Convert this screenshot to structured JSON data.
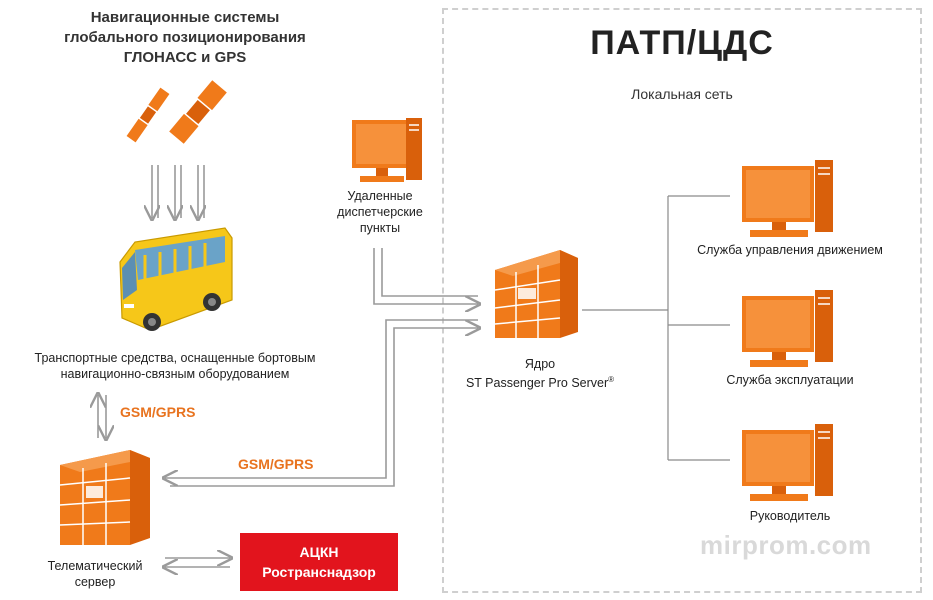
{
  "satellite": {
    "title_line1": "Навигационные системы",
    "title_line2": "глобального позиционирования",
    "title_line3": "ГЛОНАСС и GPS"
  },
  "vehicles": {
    "label_line1": "Транспортные средства, оснащенные бортовым",
    "label_line2": "навигационно-связным оборудованием"
  },
  "remote": {
    "label_line1": "Удаленные",
    "label_line2": "диспетчерские",
    "label_line3": "пункты"
  },
  "links": {
    "gsm_vertical": "GSM/GPRS",
    "gsm_horizontal": "GSM/GPRS"
  },
  "telematic": {
    "label_line1": "Телематический",
    "label_line2": "сервер"
  },
  "aickn": {
    "line1": "АЦКН",
    "line2": "Ространснадзор"
  },
  "region": {
    "title": "ПАТП/ЦДС",
    "subtitle": "Локальная сеть"
  },
  "core": {
    "label_line1": "Ядро",
    "label_line2": "ST Passenger Pro Server",
    "label_mark": "®"
  },
  "workstations": [
    {
      "label": "Служба управления движением"
    },
    {
      "label": "Служба эксплуатации"
    },
    {
      "label": "Руководитель"
    }
  ],
  "watermark": "mirprom.com",
  "colors": {
    "accent": "#f07a1a",
    "accent_dark": "#d9600b",
    "alert": "#e2141d",
    "bus_yellow": "#f6c719"
  }
}
